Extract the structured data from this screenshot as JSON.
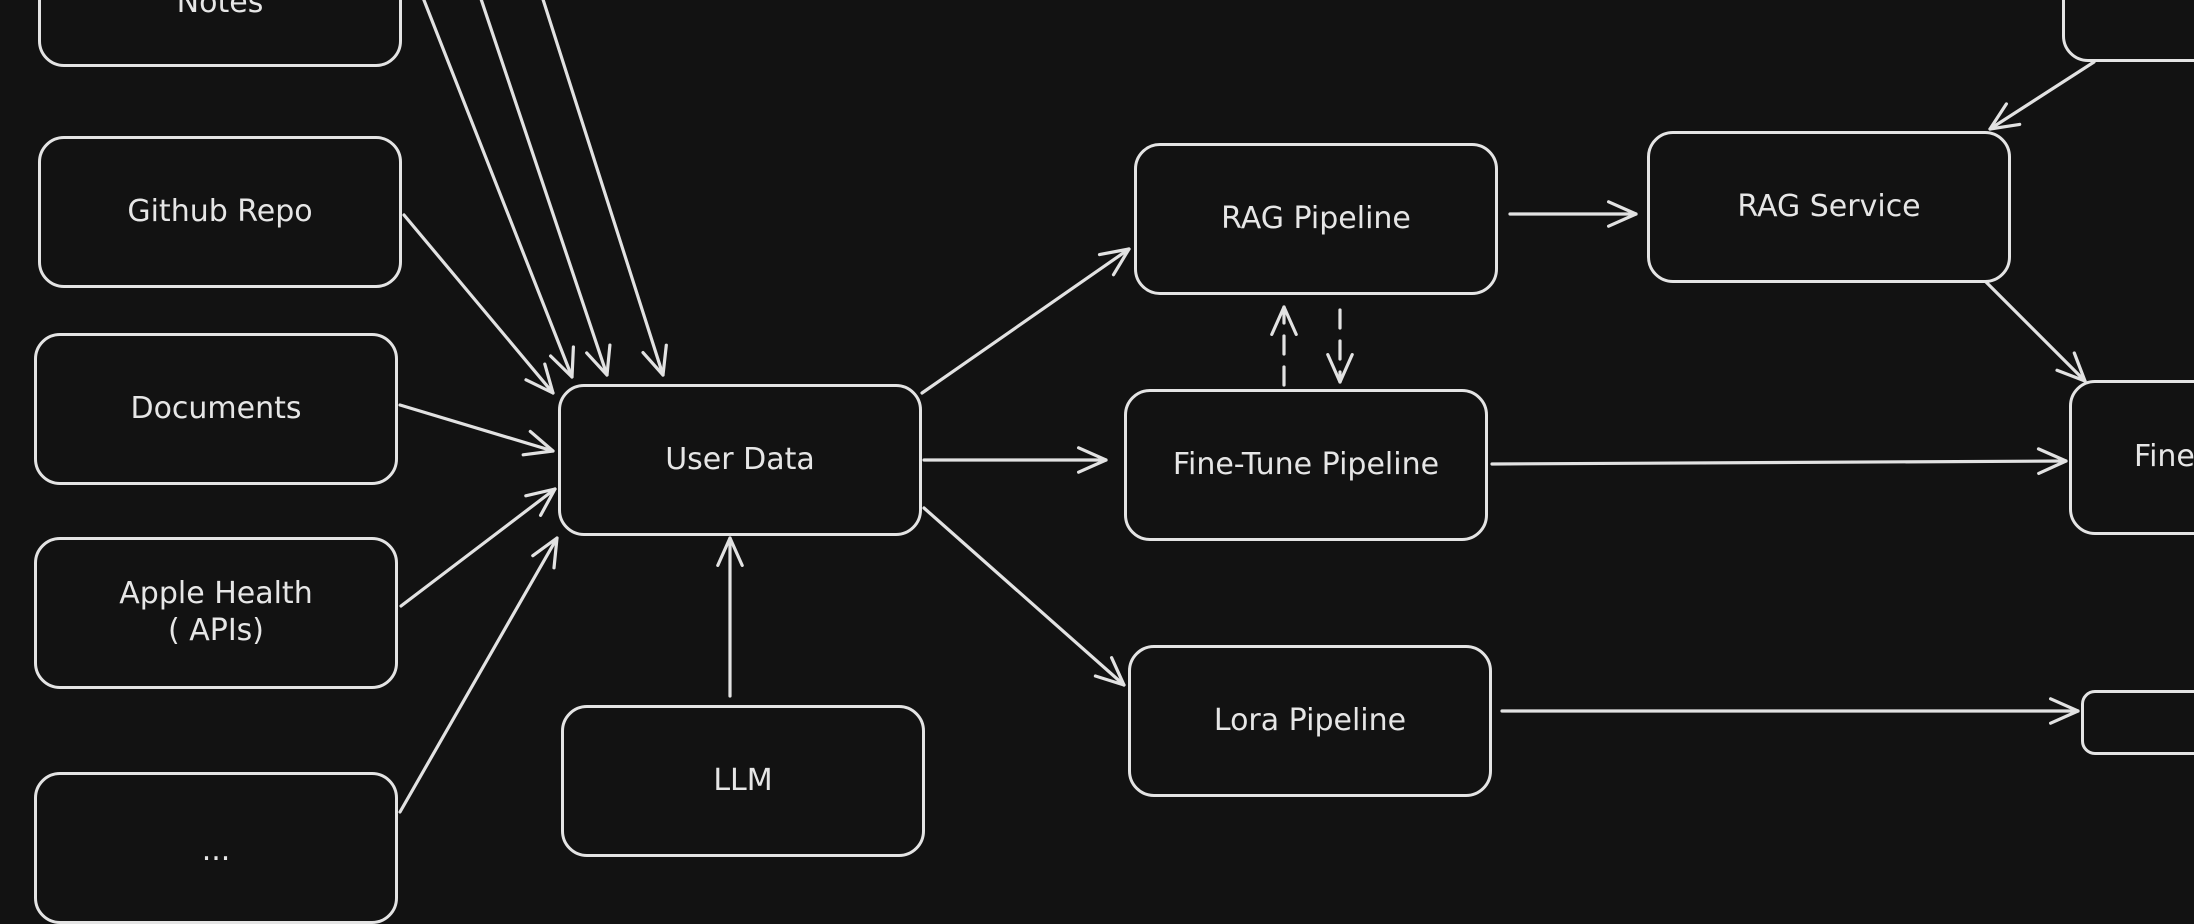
{
  "diagram": {
    "nodes": {
      "top_left_clipped": "Notes",
      "github_repo": "Github Repo",
      "documents": "Documents",
      "apple_health": "Apple Health\n( APIs)",
      "more_sources": "...",
      "user_data": "User Data",
      "llm": "LLM",
      "rag_pipeline": "RAG Pipeline",
      "fine_tune_pipeline": "Fine-Tune Pipeline",
      "lora_pipeline": "Lora Pipeline",
      "rag_service": "RAG Service",
      "fine_tuned_model": "Fine",
      "top_right_clipped": "",
      "bottom_right_clipped": ""
    },
    "edges": [
      {
        "from": "top_left_clipped",
        "to": "user_data",
        "style": "solid"
      },
      {
        "from": "top_left_clipped",
        "to": "user_data",
        "style": "solid"
      },
      {
        "from": "top_left_clipped",
        "to": "user_data",
        "style": "solid"
      },
      {
        "from": "github_repo",
        "to": "user_data",
        "style": "solid"
      },
      {
        "from": "documents",
        "to": "user_data",
        "style": "solid"
      },
      {
        "from": "apple_health",
        "to": "user_data",
        "style": "solid"
      },
      {
        "from": "more_sources",
        "to": "user_data",
        "style": "solid"
      },
      {
        "from": "llm",
        "to": "user_data",
        "style": "solid"
      },
      {
        "from": "user_data",
        "to": "rag_pipeline",
        "style": "solid"
      },
      {
        "from": "user_data",
        "to": "fine_tune_pipeline",
        "style": "solid"
      },
      {
        "from": "user_data",
        "to": "lora_pipeline",
        "style": "solid"
      },
      {
        "from": "fine_tune_pipeline",
        "to": "rag_pipeline",
        "style": "dashed"
      },
      {
        "from": "rag_pipeline",
        "to": "fine_tune_pipeline",
        "style": "dashed"
      },
      {
        "from": "rag_pipeline",
        "to": "rag_service",
        "style": "solid"
      },
      {
        "from": "top_right_clipped",
        "to": "rag_service",
        "style": "solid"
      },
      {
        "from": "rag_service",
        "to": "fine_tuned_model",
        "style": "solid"
      },
      {
        "from": "fine_tune_pipeline",
        "to": "fine_tuned_model",
        "style": "solid"
      },
      {
        "from": "lora_pipeline",
        "to": "bottom_right_clipped",
        "style": "solid"
      }
    ],
    "colors": {
      "background": "#121212",
      "stroke": "#e4e4e4",
      "text": "#e6e6e6"
    }
  }
}
